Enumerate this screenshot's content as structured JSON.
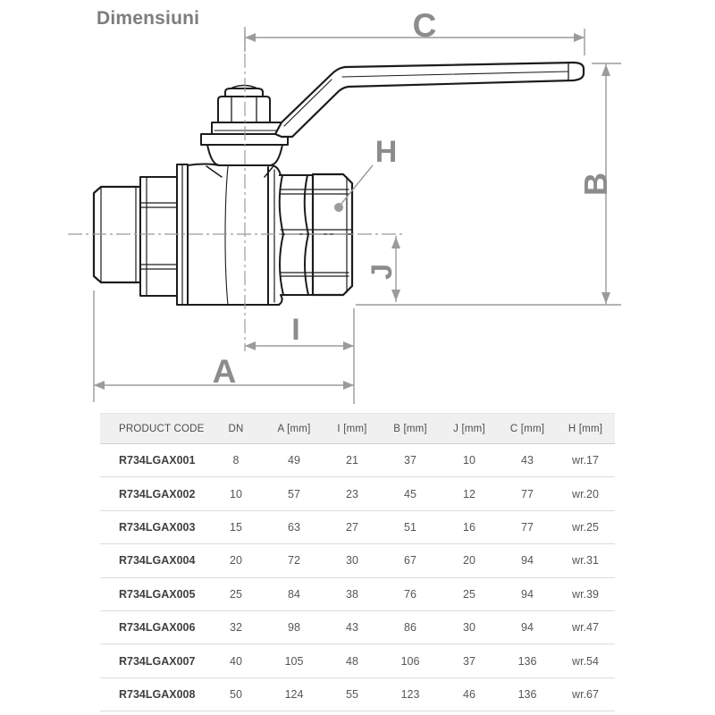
{
  "page": {
    "title": "Dimensiuni"
  },
  "diagram": {
    "type": "technical-drawing",
    "subject": "brass ball valve with lever handle, side section view with dimension callouts",
    "labels": {
      "A": "A",
      "B": "B",
      "C": "C",
      "H": "H",
      "I": "I",
      "J": "J"
    },
    "colors": {
      "outline": "#1c1c1c",
      "dimension": "#9b9b9b",
      "label": "#8c8c8c"
    }
  },
  "table": {
    "columns": [
      "PRODUCT CODE",
      "DN",
      "A [mm]",
      "I [mm]",
      "B [mm]",
      "J [mm]",
      "C [mm]",
      "H [mm]"
    ],
    "rows": [
      [
        "R734LGAX001",
        "8",
        "49",
        "21",
        "37",
        "10",
        "43",
        "wr.17"
      ],
      [
        "R734LGAX002",
        "10",
        "57",
        "23",
        "45",
        "12",
        "77",
        "wr.20"
      ],
      [
        "R734LGAX003",
        "15",
        "63",
        "27",
        "51",
        "16",
        "77",
        "wr.25"
      ],
      [
        "R734LGAX004",
        "20",
        "72",
        "30",
        "67",
        "20",
        "94",
        "wr.31"
      ],
      [
        "R734LGAX005",
        "25",
        "84",
        "38",
        "76",
        "25",
        "94",
        "wr.39"
      ],
      [
        "R734LGAX006",
        "32",
        "98",
        "43",
        "86",
        "30",
        "94",
        "wr.47"
      ],
      [
        "R734LGAX007",
        "40",
        "105",
        "48",
        "106",
        "37",
        "136",
        "wr.54"
      ],
      [
        "R734LGAX008",
        "50",
        "124",
        "55",
        "123",
        "46",
        "136",
        "wr.67"
      ]
    ]
  }
}
